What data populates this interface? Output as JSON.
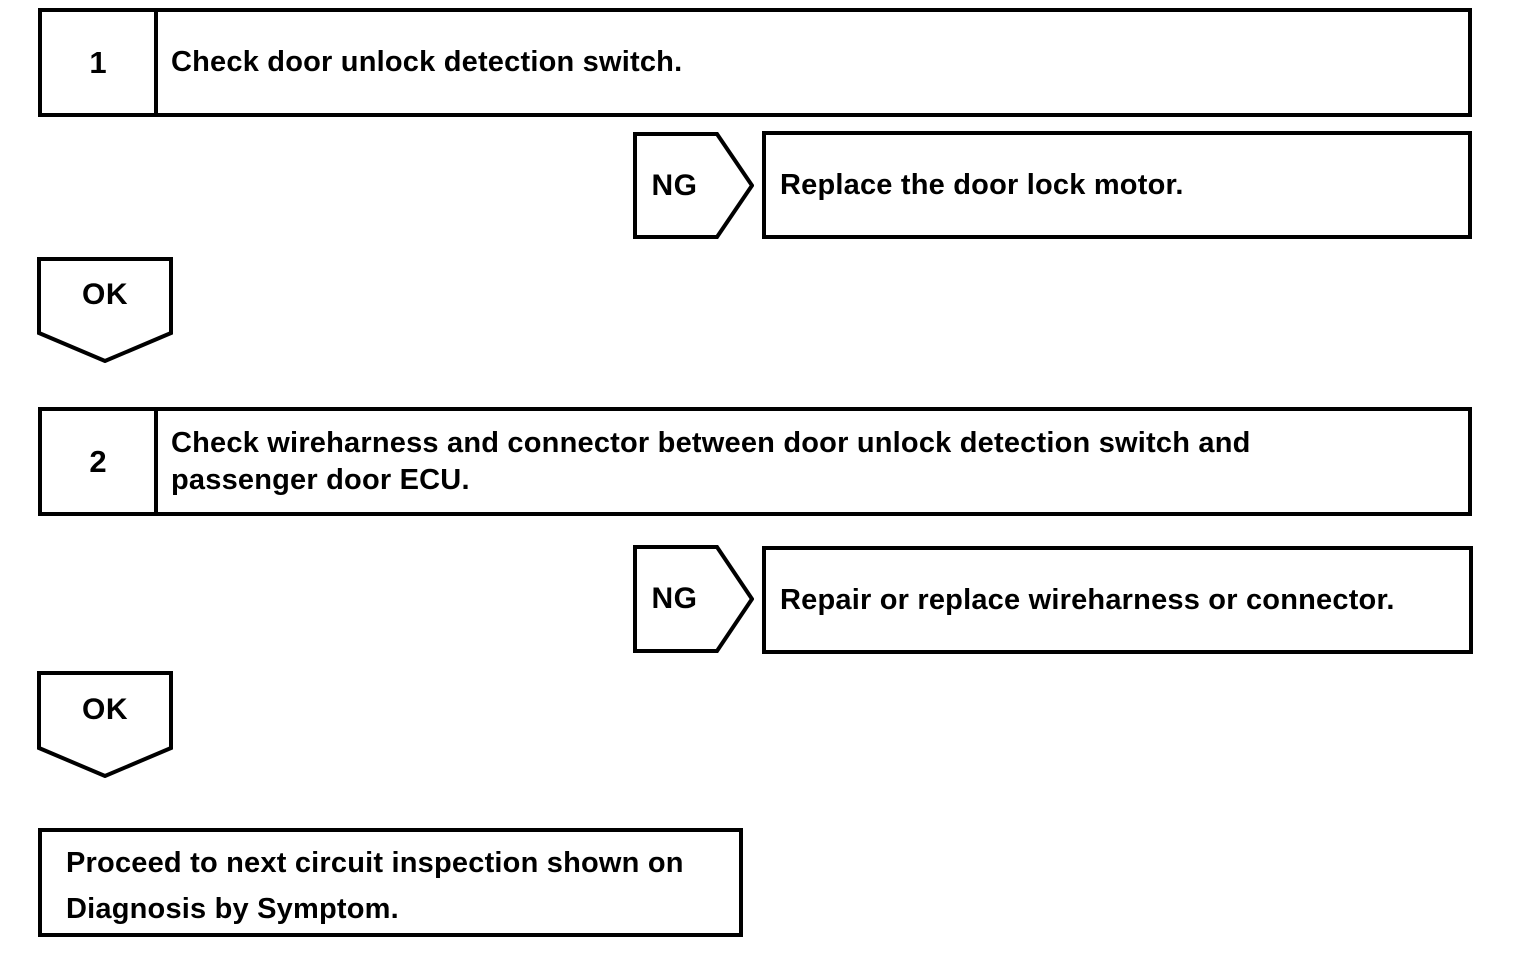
{
  "page": {
    "background_color": "#ffffff",
    "ink_color": "#000000"
  },
  "flowchart": {
    "steps": [
      {
        "number": "1",
        "instruction_lines": [
          "Check door unlock detection switch."
        ],
        "ng": {
          "label": "NG",
          "result": "Replace the door lock motor."
        },
        "ok": {
          "label": "OK"
        }
      },
      {
        "number": "2",
        "instruction_lines": [
          "Check wireharness and connector between door unlock detection switch and",
          "passenger door ECU."
        ],
        "ng": {
          "label": "NG",
          "result": "Repair or replace wireharness or connector."
        },
        "ok": {
          "label": "OK"
        }
      }
    ],
    "final": {
      "lines": [
        "Proceed to next circuit inspection shown on",
        "Diagnosis by Symptom."
      ]
    }
  }
}
